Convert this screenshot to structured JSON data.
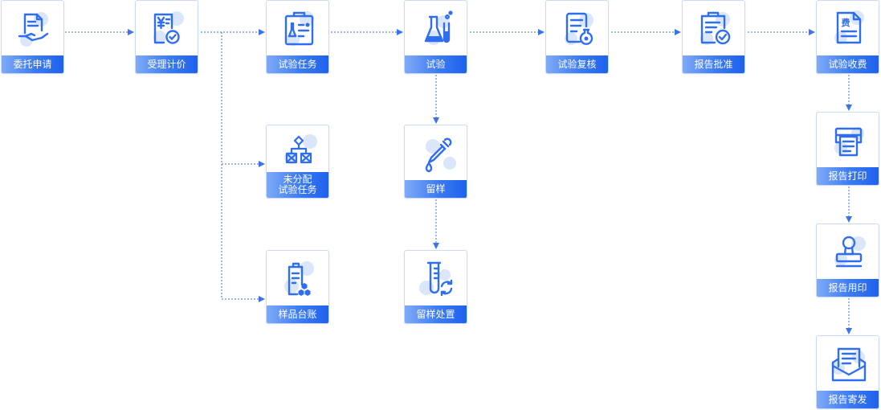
{
  "colors": {
    "accent": "#2f6ef0",
    "line": "#3b73e8",
    "icon_bubble": "#dbe6fb",
    "border": "#c9daf8"
  },
  "nodes": {
    "entrust_apply": {
      "label": "委托申请",
      "icon": "document-hand-icon"
    },
    "accept_pricing": {
      "label": "受理计价",
      "icon": "yuan-invoice-check-icon"
    },
    "test_task": {
      "label": "试验任务",
      "icon": "clipboard-flask-icon"
    },
    "unassigned_task": {
      "label_line1": "未分配",
      "label_line2": "试验任务",
      "icon": "hierarchy-boxes-icon"
    },
    "sample_ledger": {
      "label": "样品台账",
      "icon": "clipboard-hexagons-icon"
    },
    "test": {
      "label": "试验",
      "icon": "flask-tube-icon"
    },
    "retain_sample": {
      "label": "留样",
      "icon": "dropper-icon"
    },
    "retained_disposal": {
      "label": "留样处置",
      "icon": "tube-recycle-icon"
    },
    "test_review": {
      "label": "试验复核",
      "icon": "list-flask-icon"
    },
    "report_approval": {
      "label": "报告批准",
      "icon": "clipboard-check-icon"
    },
    "test_fee": {
      "label": "试验收费",
      "icon": "fee-document-icon",
      "fee_char": "费"
    },
    "report_print": {
      "label": "报告打印",
      "icon": "printer-icon"
    },
    "report_seal": {
      "label": "报告用印",
      "icon": "stamp-icon"
    },
    "report_mail": {
      "label": "报告寄发",
      "icon": "envelope-icon"
    }
  }
}
